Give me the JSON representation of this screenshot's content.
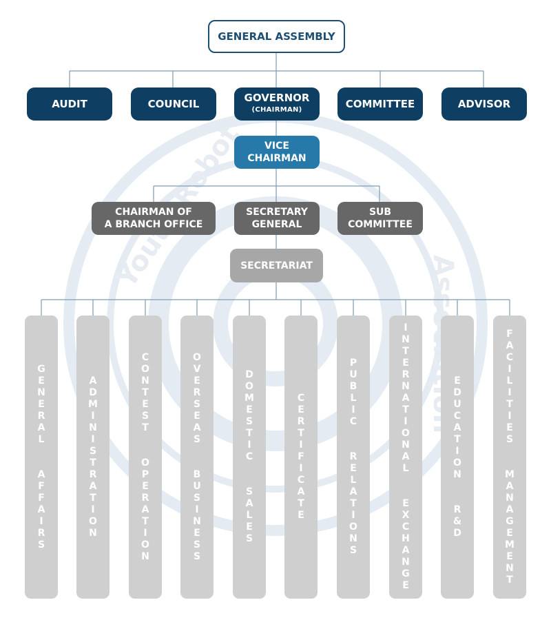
{
  "top": {
    "label": "GENERAL ASSEMBLY"
  },
  "level2": [
    {
      "label": "AUDIT",
      "sub": ""
    },
    {
      "label": "COUNCIL",
      "sub": ""
    },
    {
      "label": "GOVERNOR",
      "sub": "(CHAIRMAN)"
    },
    {
      "label": "COMMITTEE",
      "sub": ""
    },
    {
      "label": "ADVISOR",
      "sub": ""
    }
  ],
  "vice": {
    "line1": "VICE",
    "line2": "CHAIRMAN"
  },
  "level4": [
    {
      "line1": "CHAIRMAN OF",
      "line2": "A BRANCH OFFICE"
    },
    {
      "line1": "SECRETARY",
      "line2": "GENERAL"
    },
    {
      "line1": "SUB",
      "line2": "COMMITTEE"
    }
  ],
  "secretariat": {
    "label": "SECRETARIAT"
  },
  "departments": [
    "GENERAL  AFFAIRS",
    "ADMINISTRATION",
    "CONTEST  OPERATION",
    "OVERSEAS  BUSINESS",
    "DOMESTIC  SALES",
    "CERTIFICATE",
    "PUBLIC  RELATIONS",
    "INTERNATIONAL  EXCHANGE",
    "EDUCATION  R&D",
    "FACILITIES  MANAGEMENT"
  ],
  "watermark": {
    "text_left": "Youth Robot",
    "text_right": "Association"
  },
  "colors": {
    "navy": "#0e3f63",
    "blue": "#2779aa",
    "dark_gray": "#676767",
    "mid_gray": "#a7a7a7",
    "light_gray": "#cfcfcf",
    "line": "#7f9bb0"
  }
}
